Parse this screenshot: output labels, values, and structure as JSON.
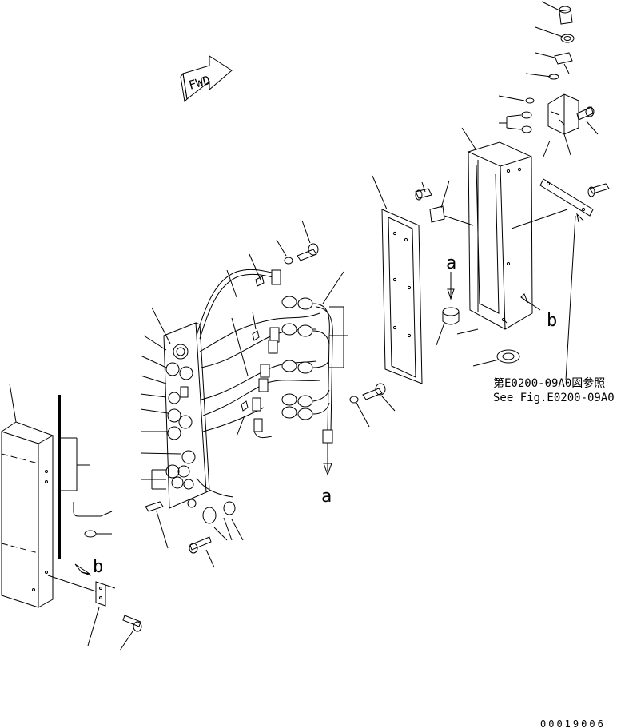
{
  "fwd_label": "FWD",
  "refs": {
    "a_upper": "a",
    "a_lower": "a",
    "b_right": "b",
    "b_left": "b"
  },
  "see_fig_jp": "第E0200-09A0図参照",
  "see_fig_en": "See Fig.E0200-09A0",
  "drawing_number": "00019006"
}
